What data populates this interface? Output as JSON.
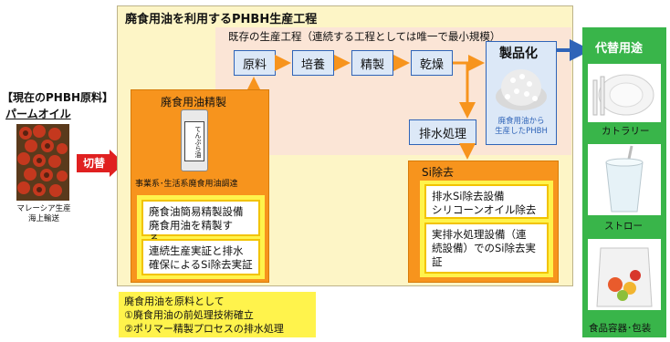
{
  "main_title": "廃食用油を利用するPHBH生産工程",
  "existing_process_label": "既存の生産工程（連続する工程としては唯一で最小規模）",
  "steps": [
    "原料",
    "培養",
    "精製",
    "乾燥"
  ],
  "product": {
    "title": "製品化",
    "caption": "廃食用油から\n生産したPHBH"
  },
  "wastewater": "排水処理",
  "current_material": {
    "title": "【現在のPHBH原料】",
    "name": "パームオイル",
    "caption": "マレーシア生産\n海上輸送"
  },
  "switch_label": "切替",
  "refining": {
    "title": "廃食用油精製",
    "can_label": "てんぷら油",
    "caption": "事業系･生活系廃食用油調達",
    "box1": "廃食油簡易精製設備\n廃食用油を精製する。",
    "box2": "連続生産実証と排水\n確保によるSi除去実証"
  },
  "si_removal": {
    "title": "Si除去",
    "box1": "排水Si除去設備\nシリコーンオイル除去",
    "box2": "実排水処理設備（連\n続設備）でのSi除去実\n証"
  },
  "bottom_note": "廃食用油を原料として\n①廃食用油の前処理技術確立\n②ポリマー精製プロセスの排水処理",
  "alternatives": {
    "title": "代替用途",
    "items": [
      "カトラリー",
      "ストロー",
      "食品容器･包装"
    ]
  },
  "colors": {
    "beige": "#fdf5c6",
    "orange": "#f7941d",
    "blue": "#2f64b8",
    "green": "#39b54a",
    "red": "#e02020",
    "yellow": "#fff34c"
  }
}
